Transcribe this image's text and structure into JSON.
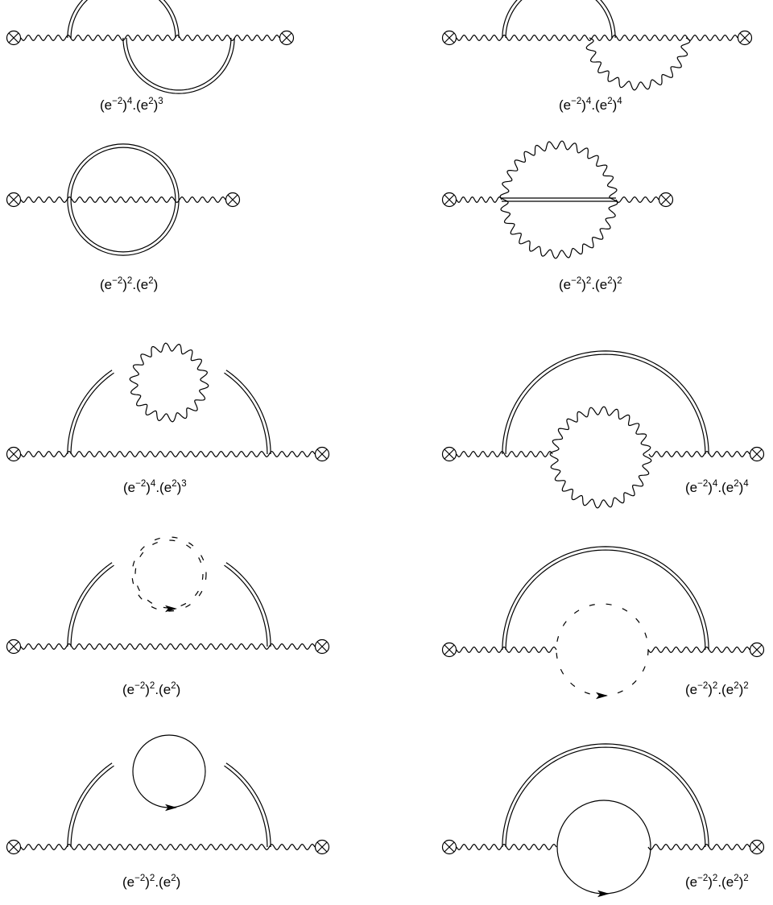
{
  "diagram": {
    "ink": "#000000",
    "background": "#ffffff",
    "labels": [
      [
        "e",
        "−2",
        "4",
        "e",
        "2",
        "3"
      ],
      [
        "e",
        "−2",
        "4",
        "e",
        "2",
        "4"
      ],
      [
        "e",
        "−2",
        "2",
        "e",
        "2",
        ""
      ],
      [
        "e",
        "−2",
        "2",
        "e",
        "2",
        "2"
      ],
      [
        "e",
        "−2",
        "4",
        "e",
        "2",
        "3"
      ],
      [
        "e",
        "−2",
        "4",
        "e",
        "2",
        "4"
      ],
      [
        "e",
        "−2",
        "2",
        "e",
        "2",
        ""
      ],
      [
        "e",
        "−2",
        "2",
        "e",
        "2",
        "2"
      ],
      [
        "e",
        "−2",
        "2",
        "e",
        "2",
        ""
      ],
      [
        "e",
        "−2",
        "2",
        "e",
        "2",
        "2"
      ]
    ],
    "icons": [
      "vertex-cross-icon",
      "photon-wavy-line",
      "double-propagator-line",
      "ghost-dashed-loop",
      "fermion-loop",
      "arrow-icon"
    ]
  }
}
